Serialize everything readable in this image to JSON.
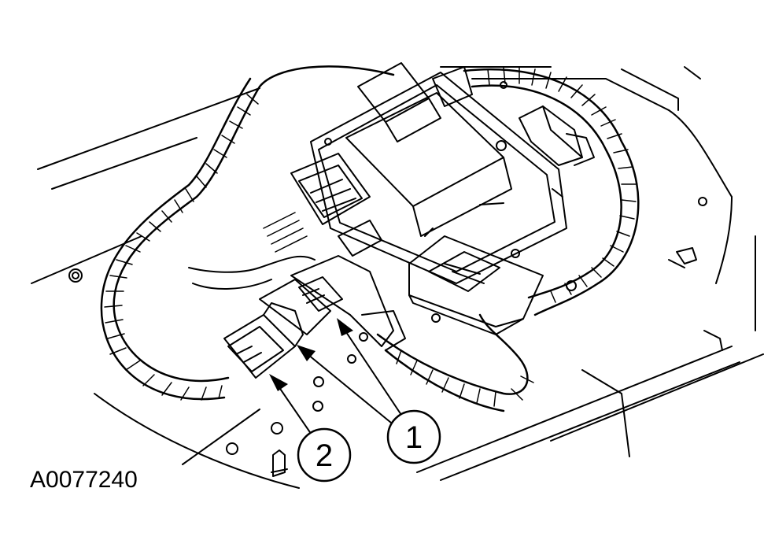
{
  "figure": {
    "id_label": "A0077240",
    "line_color": "#000000",
    "background": "#ffffff"
  },
  "callouts": [
    {
      "number": "1",
      "refers_to_arrows": 2
    },
    {
      "number": "2",
      "refers_to_arrows": 1
    }
  ],
  "icons": [
    "callout-circle",
    "leader-arrow"
  ]
}
